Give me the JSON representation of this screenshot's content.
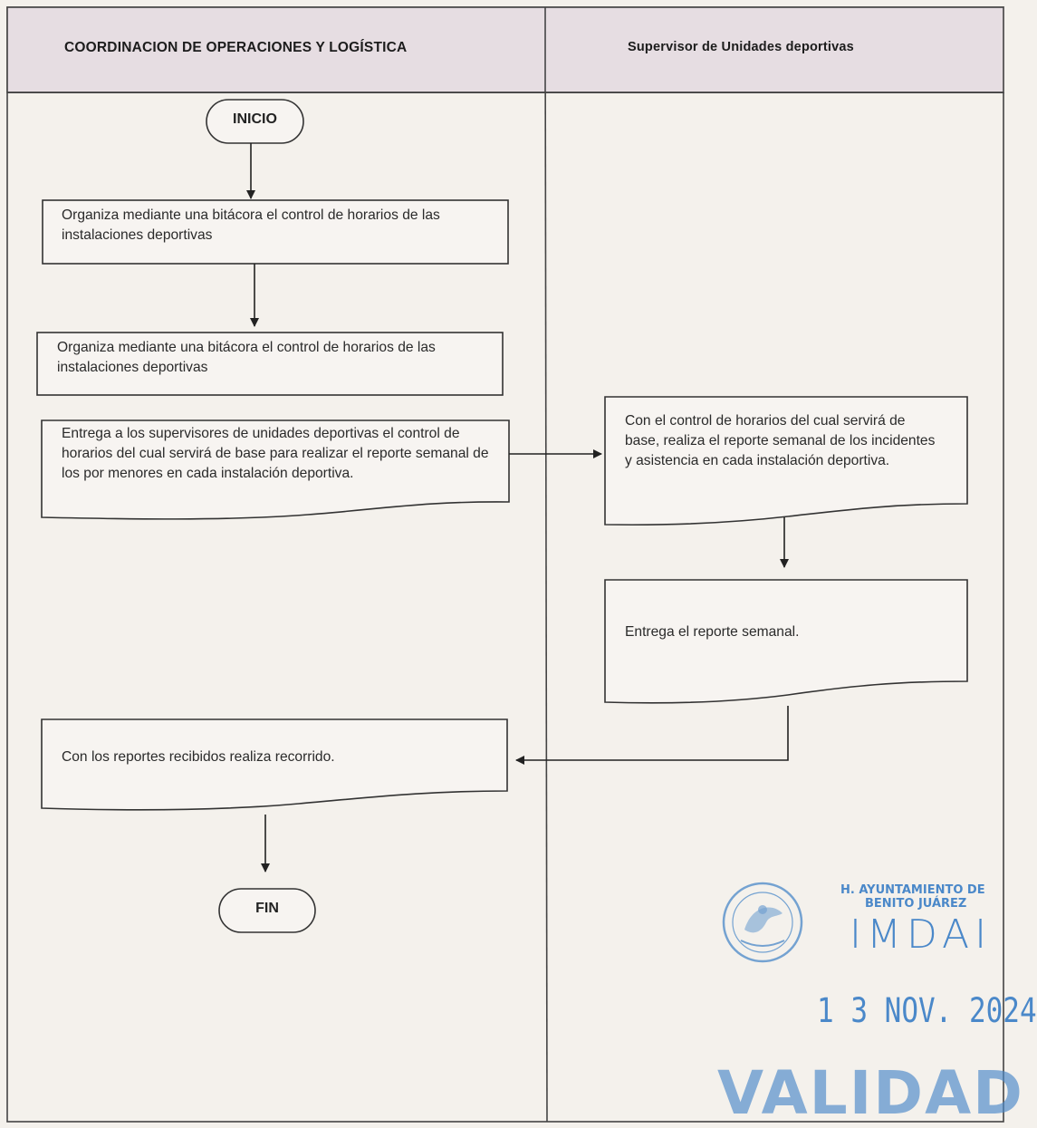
{
  "lanes": {
    "left_title": "COORDINACION DE OPERACIONES Y LOGÍSTICA",
    "right_title": "Supervisor de Unidades deportivas"
  },
  "nodes": {
    "inicio": "INICIO",
    "organiza_1": "Organiza mediante una bitácora el control de horarios de las instalaciones deportivas",
    "organiza_2": "Organiza mediante una bitácora el control de horarios de las instalaciones deportivas",
    "entrega_supervisores": "Entrega a los supervisores de unidades deportivas el control de horarios del cual servirá de base para realizar el reporte semanal de los por menores en cada instalación deportiva.",
    "reporte_semanal": "Con el control de horarios del cual servirá de base, realiza el reporte semanal de los incidentes y asistencia en cada instalación deportiva.",
    "entrega_reporte": "Entrega el reporte semanal.",
    "recorrido": "Con los reportes recibidos realiza recorrido.",
    "fin": "FIN"
  },
  "stamp": {
    "line1": "H. AYUNTAMIENTO DE",
    "line2": "BENITO JUÁREZ",
    "acronym": "IMDAI",
    "date": "1 3 NOV. 2024",
    "status": "VALIDAD",
    "seal_icon": "mexican-coat-of-arms-seal",
    "color": "#4a88c9"
  }
}
